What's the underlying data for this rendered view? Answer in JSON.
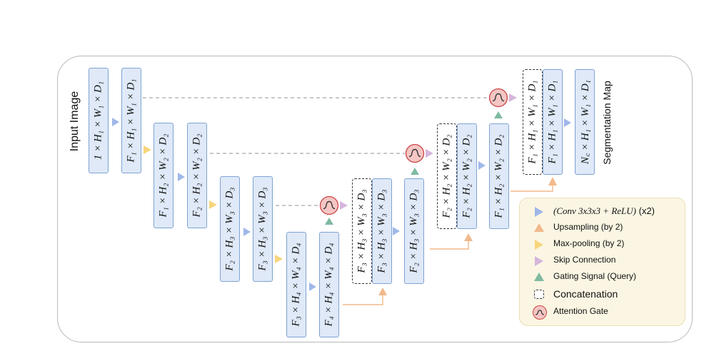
{
  "labels": {
    "input_image": "Input Image",
    "segmentation_map": "Segmentation Map"
  },
  "blocks": {
    "b1": "1 × H₁ × W₁ × D₁",
    "b2": "F₁ × H₁ × W₁ × D₁",
    "b3": "F₁ × H₂ × W₂ × D₂",
    "b4": "F₂ × H₂ × W₂ × D₂",
    "b5": "F₂ × H₃ × W₃ × D₃",
    "b6": "F₃ × H₃ × W₃ × D₃",
    "b7": "F₃ × H₄ × W₄ × D₄",
    "b8": "F₄ × H₄ × W₄ × D₄",
    "d1": "F₃ × H₃ × W₃ × D₃",
    "b9": "F₃ × H₃ × W₃ × D₃",
    "b10": "F₂ × H₃ × W₃ × D₃",
    "d2": "F₂ × H₂ × W₂ × D₂",
    "b11": "F₂ × H₂ × W₂ × D₂",
    "b12": "F₁ × H₂ × W₂ × D₂",
    "d3": "F₁ × H₁ × W₁ × D₁",
    "b13": "F₁ × H₁ × W₁ × D₁",
    "b14": "N꜀ × H₁ × W₁ × D₁"
  },
  "legend": {
    "conv_formula": "(Conv 3x3x3 + ReLU)",
    "conv_suffix": " (x2)",
    "upsampling": "Upsampling (by 2)",
    "maxpool": "Max-pooling (by 2)",
    "skip": "Skip Connection",
    "gating": "Gating Signal (Query)",
    "concat": "Concatenation",
    "attention": "Attention Gate"
  },
  "colors": {
    "block_fill": "#dfe9f8",
    "block_border": "#7fa3d2",
    "conv_arrow": "#9fb8e8",
    "upsample": "#f2b98b",
    "maxpool": "#f7d57c",
    "skip": "#d6b6dc",
    "gating": "#7fb9a1",
    "attention_fill": "#f4c6c4",
    "legend_bg": "#fbf6e3"
  }
}
